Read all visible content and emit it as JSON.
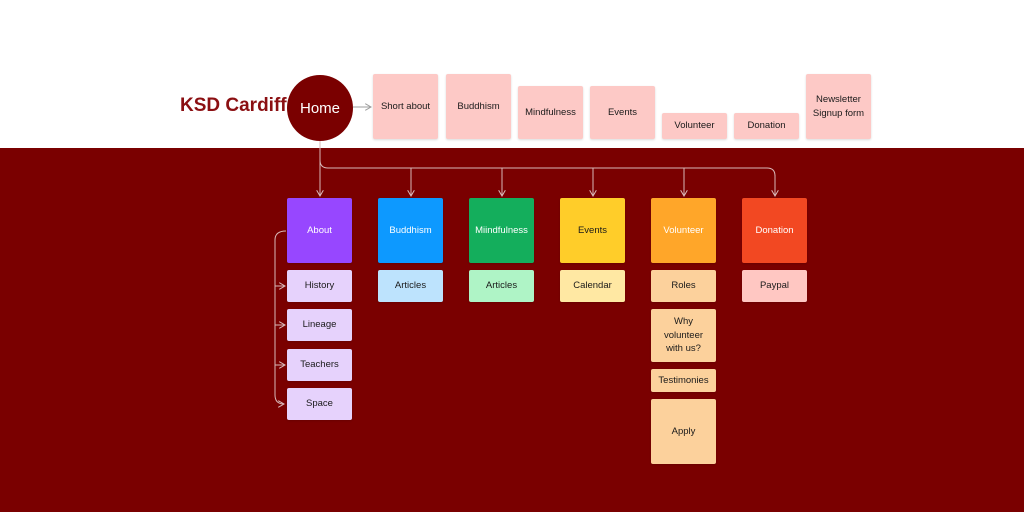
{
  "brand": "KSD Cardiff",
  "home": "Home",
  "top_pages": [
    "Short about",
    "Buddhism",
    "Mindfulness",
    "Events",
    "Volunteer",
    "Donation",
    "Newsletter\nSignup form"
  ],
  "sections": [
    {
      "title": "About",
      "color": "#9747ff",
      "child_color": "#e6d2fc",
      "children": [
        "History",
        "Lineage",
        "Teachers",
        "Space"
      ]
    },
    {
      "title": "Buddhism",
      "color": "#0d99ff",
      "child_color": "#bde3fd",
      "children": [
        "Articles"
      ]
    },
    {
      "title": "Miindfulness",
      "color": "#14ae5c",
      "child_color": "#aff4c6",
      "children": [
        "Articles"
      ]
    },
    {
      "title": "Events",
      "color": "#ffcd29",
      "child_color": "#ffe8a3",
      "children": [
        "Calendar"
      ]
    },
    {
      "title": "Volunteer",
      "color": "#ffa629",
      "child_color": "#fcd19c",
      "children": [
        "Roles",
        "Why\nvolunteer\nwith us?",
        "Testimonies",
        "Apply"
      ]
    },
    {
      "title": "Donation",
      "color": "#f24822",
      "child_color": "#ffc7c2",
      "children": [
        "Paypal"
      ]
    }
  ],
  "colors": {
    "band": "#7a0000",
    "brand_text": "#8b0f12",
    "top_card": "#fdc9c6",
    "connector": "#c9a3a3",
    "top_connector": "#9e9e9e"
  }
}
